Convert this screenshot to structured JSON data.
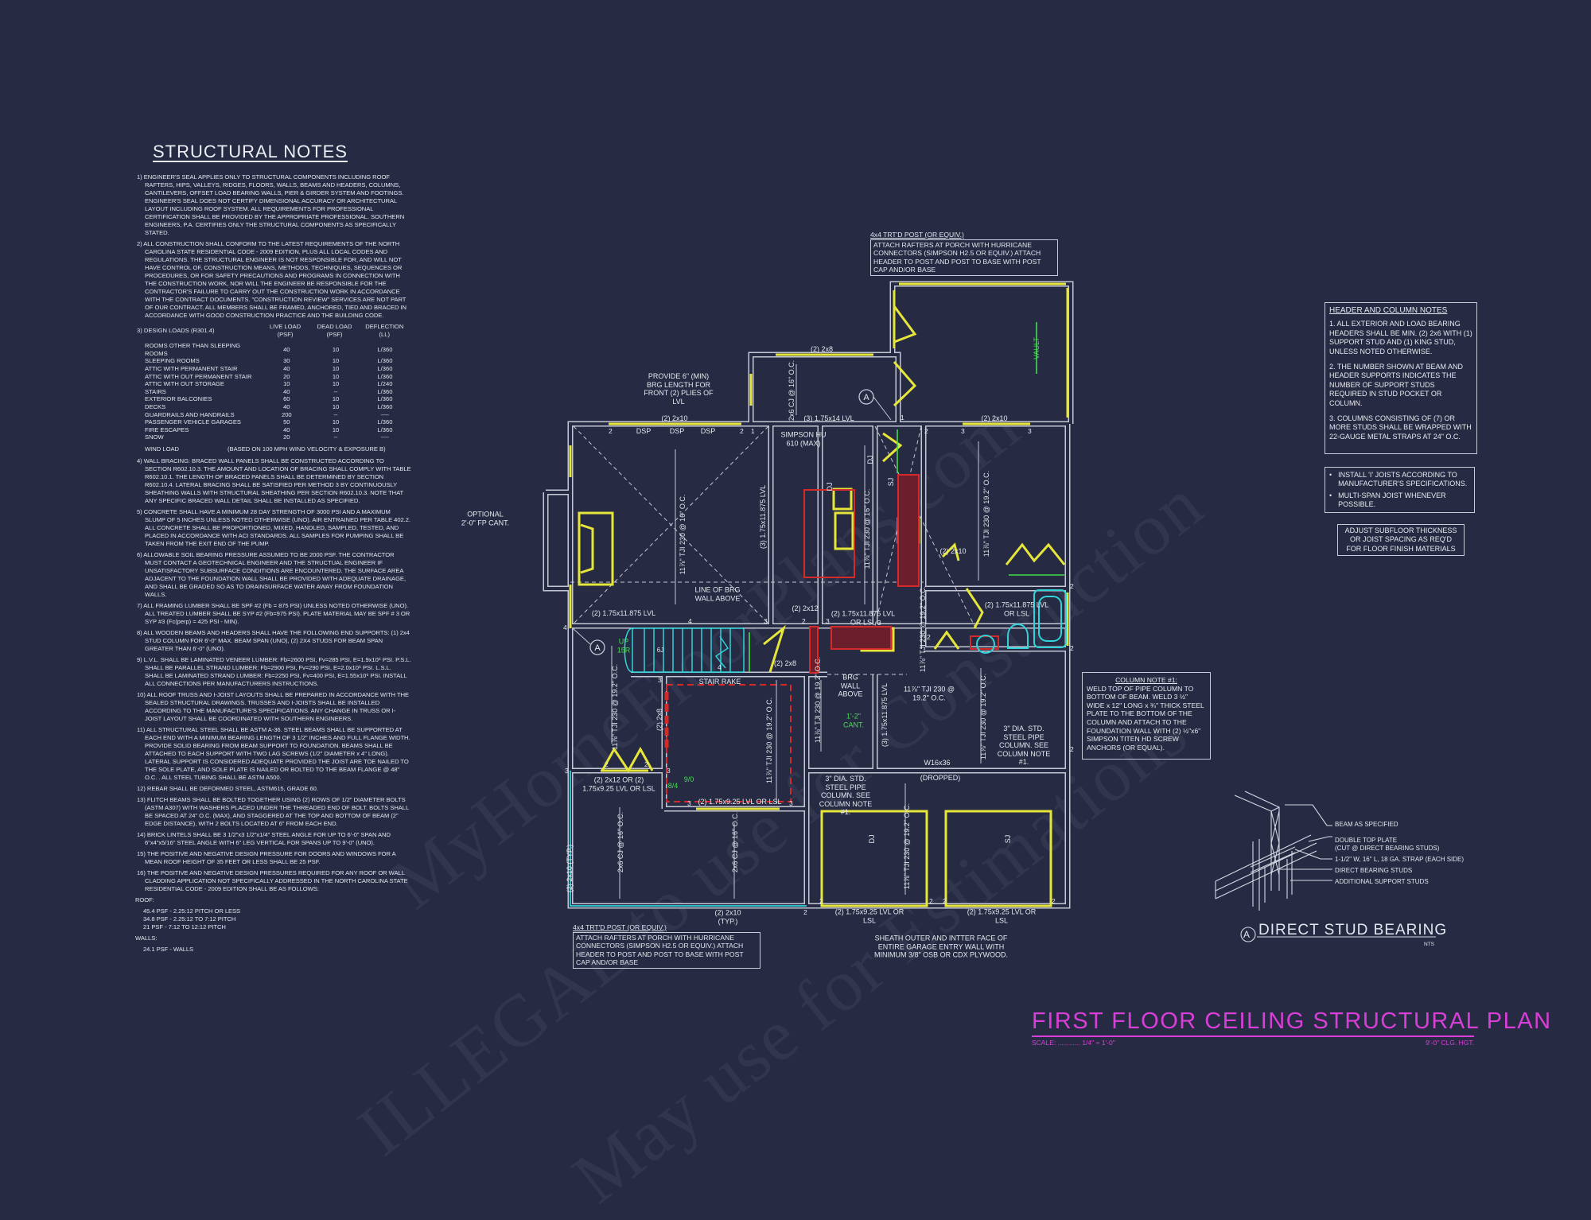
{
  "watermark": [
    "MyHomeFloorPlans.com",
    "ILLEGAL to use for Construction",
    "May use for Estimations"
  ],
  "colors": {
    "background": "#262a42",
    "walls": "#c4c8d4",
    "windows_doors": "#e5e53a",
    "fixtures": "#2fd3d8",
    "callout_green": "#3fe04a",
    "beam_red": "#d42a2a",
    "title_magenta": "#d93fd8"
  },
  "structural_notes": {
    "title": "STRUCTURAL NOTES",
    "items": [
      "1) ENGINEER'S SEAL APPLIES ONLY TO STRUCTURAL COMPONENTS INCLUDING ROOF RAFTERS, HIPS, VALLEYS, RIDGES, FLOORS, WALLS, BEAMS AND HEADERS, COLUMNS, CANTILEVERS, OFFSET LOAD BEARING WALLS, PIER & GIRDER SYSTEM AND FOOTINGS. ENGINEER'S SEAL DOES NOT CERTIFY DIMENSIONAL ACCURACY OR ARCHITECTURAL LAYOUT INCLUDING ROOF SYSTEM. ALL REQUIREMENTS FOR PROFESSIONAL CERTIFICATION SHALL BE PROVIDED BY THE APPROPRIATE PROFESSIONAL. SOUTHERN ENGINEERS, P.A. CERTIFIES ONLY THE STRUCTURAL COMPONENTS AS SPECIFICALLY STATED.",
      "2) ALL CONSTRUCTION SHALL CONFORM TO THE LATEST REQUIREMENTS OF THE NORTH CAROLINA STATE RESIDENTIAL CODE - 2009 EDITION, PLUS ALL LOCAL CODES AND REGULATIONS. THE STRUCTURAL ENGINEER IS NOT RESPONSIBLE FOR, AND WILL NOT HAVE CONTROL OF, CONSTRUCTION MEANS, METHODS, TECHNIQUES, SEQUENCES OR PROCEDURES, OR FOR SAFETY PRECAUTIONS AND PROGRAMS IN CONNECTION WITH THE CONSTRUCTION WORK, NOR WILL THE ENGINEER BE RESPONSIBLE FOR THE CONTRACTOR'S FAILURE TO CARRY OUT THE CONSTRUCTION WORK IN ACCORDANCE WITH THE CONTRACT DOCUMENTS. \"CONSTRUCTION REVIEW\" SERVICES ARE NOT PART OF OUR CONTRACT. ALL MEMBERS SHALL BE FRAMED, ANCHORED, TIED AND BRACED IN ACCORDANCE WITH GOOD CONSTRUCTION PRACTICE AND THE BUILDING CODE.",
      "4) WALL BRACING: BRACED WALL PANELS SHALL BE CONSTRUCTED ACCORDING TO SECTION R602.10.3. THE AMOUNT AND LOCATION OF BRACING SHALL COMPLY WITH TABLE R602.10.1. THE LENGTH OF BRACED PANELS SHALL BE DETERMINED BY SECTION R602.10.4. LATERAL BRACING SHALL BE SATISFIED PER METHOD 3 BY CONTINUOUSLY SHEATHING WALLS WITH STRUCTURAL SHEATHING PER SECTION R602.10.3. NOTE THAT ANY SPECIFIC BRACED WALL DETAIL SHALL BE INSTALLED AS SPECIFIED.",
      "5) CONCRETE SHALL HAVE A MINIMUM 28 DAY STRENGTH OF 3000 PSI AND A MAXIMUM SLUMP OF 5 INCHES UNLESS NOTED OTHERWISE (UNO). AIR ENTRAINED PER TABLE 402.2. ALL CONCRETE SHALL BE PROPORTIONED, MIXED, HANDLED, SAMPLED, TESTED, AND PLACED IN ACCORDANCE WITH ACI STANDARDS. ALL SAMPLES FOR PUMPING SHALL BE TAKEN FROM THE EXIT END OF THE PUMP.",
      "6) ALLOWABLE SOIL BEARING PRESSURE ASSUMED TO BE 2000 PSF. THE CONTRACTOR MUST CONTACT A GEOTECHNICAL ENGINEER AND THE STRUCTUAL ENGINEER IF UNSATISFACTORY SUBSURFACE CONDITIONS ARE ENCOUNTERED. THE SURFACE AREA ADJACENT TO THE FOUNDATION WALL SHALL BE PROVIDED WITH ADEQUATE DRAINAGE, AND SHALL BE GRADED SO AS TO DRAINSURFACE WATER AWAY FROM FOUNDATION WALLS.",
      "7) ALL FRAMING LUMBER SHALL BE SPF #2 (Fb = 875 PSI) UNLESS NOTED OTHERWISE (UNO). ALL TREATED LUMBER SHALL BE SYP #2 (Fb=975 PSI). PLATE MATERIAL MAY BE SPF # 3 OR SYP #3 (Fc(perp) = 425 PSI - MIN).",
      "8) ALL WOODEN BEAMS AND HEADERS SHALL HAVE THE FOLLOWING END SUPPORTS: (1) 2x4 STUD COLUMN FOR 6'-0\" MAX. BEAM SPAN (UNO), (2) 2X4 STUDS FOR BEAM SPAN GREATER THAN 6'-0\" (UNO).",
      "9) L.V.L. SHALL BE LAMINATED VENEER LUMBER: Fb=2600 PSI, Fv=285 PSI, E=1.9x10⁶ PSI. P.S.L. SHALL BE PARALLEL STRAND LUMBER: Fb=2900 PSI, Fv=290 PSI, E=2.0x10⁶ PSI. L.S.L. SHALL BE LAMINATED STRAND LUMBER: Fb=2250 PSI, Fv=400 PSI, E=1.55x10⁶ PSI. INSTALL ALL CONNECTIONS PER MANUFACTURERS INSTRUCTIONS.",
      "10) ALL ROOF TRUSS AND I-JOIST LAYOUTS SHALL BE PREPARED IN ACCORDANCE WITH THE SEALED STRUCTURAL DRAWINGS. TRUSSES AND I-JOISTS SHALL BE INSTALLED ACCORDING TO THE MANUFACTURE'S SPECIFICATIONS. ANY CHANGE IN TRUSS OR I-JOIST LAYOUT SHALL BE COORDINATED WITH SOUTHERN ENGINEERS.",
      "11) ALL STRUCTURAL STEEL SHALL BE ASTM A-36. STEEL BEAMS SHALL BE SUPPORTED AT EACH END WITH A MINIMUM BEARING LENGTH OF 3 1/2\" INCHES AND FULL FLANGE WIDTH. PROVIDE SOLID BEARING FROM BEAM SUPPORT TO FOUNDATION. BEAMS SHALL BE ATTACHED TO EACH SUPPORT WITH TWO LAG SCREWS (1/2\" DIAMETER x 4\" LONG). LATERAL SUPPORT IS CONSIDERED ADEQUATE PROVIDED THE JOIST ARE TOE NAILED TO THE SOLE PLATE, AND SOLE PLATE IS NAILED OR BOLTED TO THE BEAM FLANGE @ 48\" O.C. . ALL STEEL TUBING SHALL BE ASTM A500.",
      "12) REBAR SHALL BE DEFORMED STEEL, ASTM615, GRADE 60.",
      "13) FLITCH BEAMS SHALL BE BOLTED TOGETHER USING (2) ROWS OF 1/2\" DIAMETER BOLTS (ASTM A307) WITH WASHERS PLACED UNDER THE THREADED END OF BOLT. BOLTS SHALL BE SPACED AT 24\" O.C. (MAX), AND STAGGERED AT THE TOP AND BOTTOM OF BEAM (2\" EDGE DISTANCE), WITH 2 BOLTS LOCATED AT 6\" FROM EACH END.",
      "14) BRICK LINTELS SHALL BE 3 1/2\"x3 1/2\"x1/4\" STEEL ANGLE FOR UP TO 6'-0\" SPAN AND 6\"x4\"x5/16\" STEEL ANGLE WITH 6\" LEG VERTICAL FOR SPANS UP TO 9'-0\" (UNO).",
      "15) THE POSITIVE AND NEGATIVE DESIGN PRESSURE FOR DOORS AND WINDOWS FOR A MEAN ROOF HEIGHT OF 35 FEET OR LESS SHALL BE 25 PSF.",
      "16) THE POSITIVE AND NEGATIVE DESIGN PRESSURES REQUIRED FOR ANY ROOF OR WALL CLADDING APPLICATION NOT SPECIFICALLY ADDRESSED IN THE NORTH CAROLINA STATE RESIDENTIAL CODE - 2009 EDITION SHALL BE AS FOLLOWS:"
    ],
    "note16_lines": [
      "ROOF:",
      "45.4 PSF - 2.25:12 PITCH OR LESS",
      "34.8 PSF - 2.25:12 TO 7:12 PITCH",
      "21 PSF - 7:12 TO 12:12 PITCH",
      "WALLS:",
      "24.1 PSF - WALLS"
    ],
    "design_loads": {
      "heading": "3) DESIGN LOADS (R301.4)",
      "columns": [
        "LIVE LOAD (PSF)",
        "DEAD LOAD (PSF)",
        "DEFLECTION (LL)"
      ],
      "rows": [
        [
          "ROOMS OTHER THAN SLEEPING ROOMS",
          "40",
          "10",
          "L/360"
        ],
        [
          "SLEEPING ROOMS",
          "30",
          "10",
          "L/360"
        ],
        [
          "ATTIC WITH PERMANENT STAIR",
          "40",
          "10",
          "L/360"
        ],
        [
          "ATTIC WITH OUT PERMANENT STAIR",
          "20",
          "10",
          "L/360"
        ],
        [
          "ATTIC WITH OUT STORAGE",
          "10",
          "10",
          "L/240"
        ],
        [
          "STAIRS",
          "40",
          "--",
          "L/360"
        ],
        [
          "EXTERIOR BALCONIES",
          "60",
          "10",
          "L/360"
        ],
        [
          "DECKS",
          "40",
          "10",
          "L/360"
        ],
        [
          "GUARDRAILS AND HANDRAILS",
          "200",
          "--",
          "----"
        ],
        [
          "PASSENGER VEHICLE GARAGES",
          "50",
          "10",
          "L/360"
        ],
        [
          "FIRE ESCAPES",
          "40",
          "10",
          "L/360"
        ],
        [
          "SNOW",
          "20",
          "--",
          "----"
        ]
      ],
      "wind_load_label": "WIND LOAD",
      "wind_load_value": "(BASED ON 100 MPH WIND VELOCITY & EXPOSURE B)"
    }
  },
  "header_column_notes": {
    "title": "HEADER AND COLUMN NOTES",
    "items": [
      "1. ALL EXTERIOR AND LOAD BEARING HEADERS SHALL BE MIN. (2) 2x6 WITH (1) SUPPORT STUD AND (1) KING STUD, UNLESS NOTED OTHERWISE.",
      "2. THE NUMBER SHOWN AT BEAM AND HEADER SUPPORTS INDICATES THE NUMBER OF SUPPORT STUDS REQUIRED IN STUD POCKET OR COLUMN.",
      "3. COLUMNS CONSISTING OF (7) OR MORE STUDS SHALL BE WRAPPED WITH 22-GAUGE METAL STRAPS AT 24\" O.C."
    ]
  },
  "joist_notes": [
    "INSTALL 'I' JOISTS ACCORDING TO MANUFACTURER'S SPECIFICATIONS.",
    "MULTI-SPAN JOIST WHENEVER POSSIBLE."
  ],
  "subfloor_note": "ADJUST SUBFLOOR THICKNESS OR JOIST SPACING AS REQ'D FOR FLOOR FINISH MATERIALS",
  "column_note": {
    "title": "COLUMN NOTE #1:",
    "text": "WELD TOP OF PIPE COLUMN TO BOTTOM OF BEAM. WELD 3 ½\" WIDE x 12\" LONG x ¾\" THICK STEEL PLATE TO THE BOTTOM OF THE COLUMN AND ATTACH TO THE FOUNDATION WALL WITH (2) ½\"x6\" SIMPSON TITEN HD SCREW ANCHORS (OR EQUAL)."
  },
  "porch_note": {
    "post": "4x4 TRT'D POST (OR EQUIV.)",
    "text": "ATTACH RAFTERS AT PORCH WITH HURRICANE CONNECTORS (SIMPSON H2.5 OR EQUIV.) ATTACH HEADER TO POST AND POST TO BASE WITH POST CAP AND/OR BASE"
  },
  "plan": {
    "labels": [
      "(2) 2x8",
      "(2) 2x10",
      "DSP",
      "DSP",
      "DSP",
      "(3) 1.75x14 LVL",
      "(2) 2x10",
      "PROVIDE 6\" (MIN) BRG LENGTH FOR FRONT (2) PLIES OF LVL",
      "SIMPSON HU 610 (MAX)",
      "OPTIONAL 2'-0\" FP CANT.",
      "LINE OF BRG WALL ABOVE",
      "(2) 1.75x11.875 LVL",
      "(2) 2x12",
      "(2) 1.75x11.875 LVL OR LSL",
      "(2) 2x10",
      "(2) 1.75x11.875 LVL OR LSL",
      "STAIR RAKE",
      "(2) 2x8",
      "BRG WALL ABOVE",
      "1'-2\" CANT.",
      "11⅞\" TJI 230 @ 19.2\" O.C.",
      "UP 15R",
      "(2) 2x12 OR (2) 1.75x9.25 LVL OR LSL",
      "9/0",
      "8/4",
      "(2) 1.75x9.25 LVL OR LSL",
      "W16x36",
      "(DROPPED)",
      "3\" DIA. STD. STEEL PIPE COLUMN. SEE COLUMN NOTE #1.",
      "3\" DIA. STD. STEEL PIPE COLUMN. SEE COLUMN NOTE #1.",
      "(2) 2x10 (TYP.)",
      "(2) 1.75x9.25 LVL OR LSL",
      "(2) 1.75x9.25 LVL OR LSL",
      "SHEATH OUTER AND INTTER FACE OF ENTIRE GARAGE ENTRY WALL WITH MINIMUM 3/8\" OSB OR CDX PLYWOOD.",
      "VAULT",
      "2x6 CJ @ 16\" O.C.",
      "11⅞\" TJI 230 @ 16\" O.C.",
      "(3) 1.75x11.875 LVL",
      "DJ",
      "11⅞\" TJI 230 @ 16\" O.C.",
      "DJ",
      "SJ",
      "11⅞\" TJI 230 @ 19.2\" O.C.",
      "11⅞\" TJI 230 @ 19.2\" O.C.",
      "11⅞\" TJI 230 @ 19.2\" O.C.",
      "(2) 2x8",
      "11⅞\" TJI 230 @ 19.2\" O.C.",
      "11⅞\" TJI 230 @ 19.2\" O.C.",
      "(3) 1.75x11.875 LVL",
      "11⅞\" TJI 230 @ 19.2\" O.C.",
      "(2) 2x10 (TYP.)",
      "2x6 CJ @ 16\" O.C.",
      "2x6 CJ @ 16\" O.C.",
      "DJ",
      "11⅞\" TJI 230 @ 19.2\" O.C.",
      "SJ",
      "6J"
    ],
    "section_marker": "A",
    "support_studs": [
      "2",
      "2",
      "1",
      "1",
      "2",
      "3",
      "3",
      "4",
      "3",
      "2",
      "3",
      "2",
      "3",
      "4",
      "4",
      "3",
      "2",
      "2",
      "3",
      "3",
      "3",
      "3",
      "2",
      "2",
      "2",
      "2",
      "2",
      "2",
      "2",
      "2"
    ]
  },
  "detail": {
    "marker": "A",
    "title": "DIRECT STUD BEARING",
    "scale": "NTS",
    "callouts": [
      "BEAM AS SPECIFIED",
      "DOUBLE TOP PLATE",
      "(CUT @ DIRECT BEARING STUDS)",
      "1-1/2\" W, 16\" L, 18 GA. STRAP (EACH SIDE)",
      "DIRECT BEARING STUDS",
      "ADDITIONAL SUPPORT STUDS"
    ]
  },
  "drawing_title": {
    "title": "FIRST FLOOR CEILING STRUCTURAL PLAN",
    "scale_label": "SCALE: ............",
    "scale_value": "1/4\" = 1'-0\"",
    "ceiling_height": "9'-0\" CLG. HGT."
  }
}
